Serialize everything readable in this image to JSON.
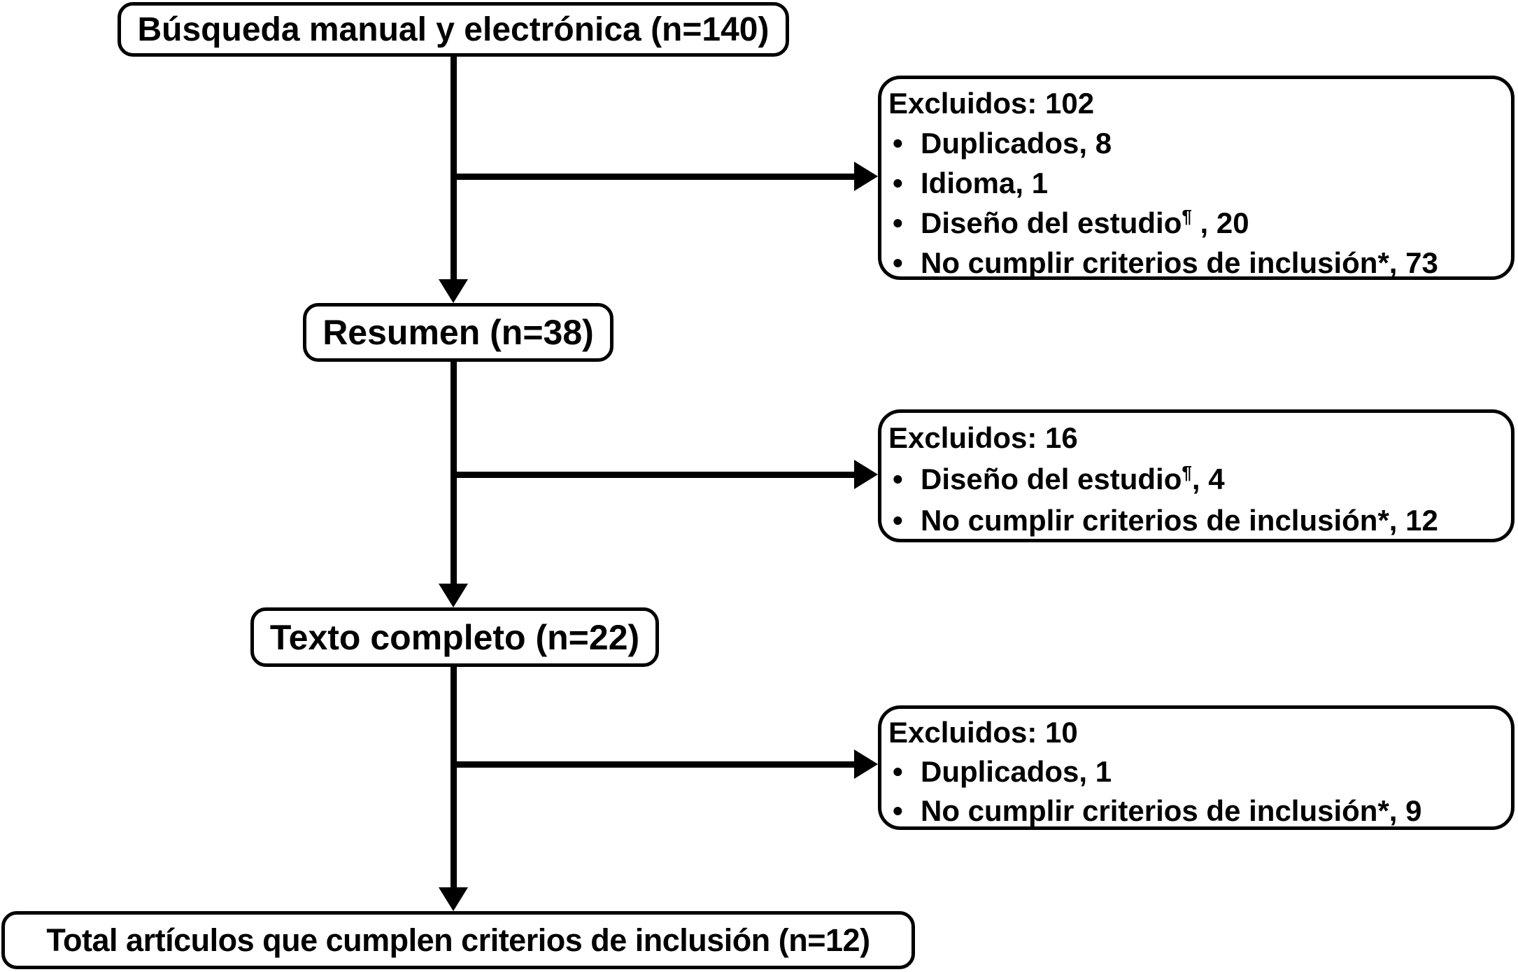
{
  "diagram": {
    "nodes": {
      "search": {
        "label": "Búsqueda manual y electrónica (n=140)"
      },
      "abstract": {
        "label": "Resumen (n=38)"
      },
      "fulltext": {
        "label": "Texto completo (n=22)"
      },
      "total": {
        "label": "Total artículos que cumplen criterios de inclusión (n=12)"
      }
    },
    "exclusions": [
      {
        "title": "Excluidos: 102",
        "items": [
          {
            "pre": "Duplicados, 8",
            "sup": "",
            "post": ""
          },
          {
            "pre": "Idioma, 1",
            "sup": "",
            "post": ""
          },
          {
            "pre": "Diseño del estudio",
            "sup": "¶",
            "post": " , 20"
          },
          {
            "pre": "No cumplir criterios de inclusión*, 73",
            "sup": "",
            "post": ""
          }
        ]
      },
      {
        "title": "Excluidos: 16",
        "items": [
          {
            "pre": "Diseño del estudio",
            "sup": "¶",
            "post": ", 4"
          },
          {
            "pre": "No cumplir criterios de inclusión*, 12",
            "sup": "",
            "post": ""
          }
        ]
      },
      {
        "title": "Excluidos: 10",
        "items": [
          {
            "pre": "Duplicados, 1",
            "sup": "",
            "post": ""
          },
          {
            "pre": "No cumplir criterios de inclusión*, 9",
            "sup": "",
            "post": ""
          }
        ]
      }
    ],
    "icons": {
      "bullet": "•"
    },
    "colors": {
      "line": "#000000",
      "box_border": "#000000",
      "box_bg": "#ffffff",
      "text": "#000000"
    }
  }
}
